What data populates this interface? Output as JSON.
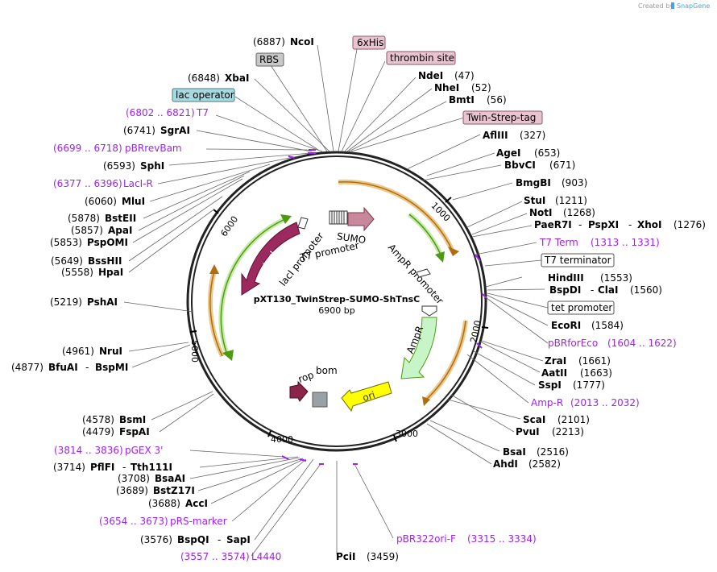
{
  "credit": {
    "text": "Created by",
    "brand": "SnapGene"
  },
  "map": {
    "name": "pXT130_TwinStrep-SUMO-ShTnsC",
    "size": "6900 bp"
  },
  "ticks": [
    "1000",
    "2000",
    "3000",
    "4000",
    "5000",
    "6000"
  ],
  "boxes": {
    "his": "6xHis",
    "rbs": "RBS",
    "thrombin": "thrombin site",
    "lacop": "lac operator",
    "twinstrep": "Twin-Strep-tag",
    "t7term": "T7 terminator",
    "tetprom": "tet promoter"
  },
  "enz": {
    "ncoi": {
      "pos": "(6887)",
      "name": "NcoI"
    },
    "xbai": {
      "pos": "(6848)",
      "name": "XbaI"
    },
    "ndei": {
      "name": "NdeI",
      "pos": "(47)"
    },
    "nhei": {
      "name": "NheI",
      "pos": "(52)"
    },
    "bmti": {
      "name": "BmtI",
      "pos": "(56)"
    },
    "sgrai": {
      "pos": "(6741)",
      "name": "SgrAI"
    },
    "aflii": {
      "name": "AflIII",
      "pos": "(327)"
    },
    "sphi": {
      "pos": "(6593)",
      "name": "SphI"
    },
    "agei": {
      "name": "AgeI",
      "pos": "(653)"
    },
    "bbvci": {
      "name": "BbvCI",
      "pos": "(671)"
    },
    "bmgbi": {
      "name": "BmgBI",
      "pos": "(903)"
    },
    "mlui": {
      "pos": "(6060)",
      "name": "MluI"
    },
    "stui": {
      "name": "StuI",
      "pos": "(1211)"
    },
    "noti": {
      "name": "NotI",
      "pos": "(1268)"
    },
    "paer7i": {
      "a": "PaeR7I",
      "b": "PspXI",
      "c": "XhoI",
      "pos": "(1276)"
    },
    "bsteii": {
      "pos": "(5878)",
      "name": "BstEII"
    },
    "apai": {
      "pos": "(5857)",
      "name": "ApaI"
    },
    "pspomi": {
      "pos": "(5853)",
      "name": "PspOMI"
    },
    "bsshii": {
      "pos": "(5649)",
      "name": "BssHII"
    },
    "hpai": {
      "pos": "(5558)",
      "name": "HpaI"
    },
    "hindiii": {
      "name": "HindIII",
      "pos": "(1553)"
    },
    "bspdi": {
      "a": "BspDI",
      "b": "ClaI",
      "pos": "(1560)"
    },
    "pshai": {
      "pos": "(5219)",
      "name": "PshAI"
    },
    "ecori": {
      "name": "EcoRI",
      "pos": "(1584)"
    },
    "nrui": {
      "pos": "(4961)",
      "name": "NruI"
    },
    "bfuai": {
      "pos": "(4877)",
      "a": "BfuAI",
      "b": "BspMI"
    },
    "zrai": {
      "name": "ZraI",
      "pos": "(1661)"
    },
    "aatii": {
      "name": "AatII",
      "pos": "(1663)"
    },
    "sspi": {
      "name": "SspI",
      "pos": "(1777)"
    },
    "bsmi": {
      "pos": "(4578)",
      "name": "BsmI"
    },
    "fspai": {
      "pos": "(4479)",
      "name": "FspAI"
    },
    "scai": {
      "name": "ScaI",
      "pos": "(2101)"
    },
    "pvui": {
      "name": "PvuI",
      "pos": "(2213)"
    },
    "pflfi": {
      "pos": "(3714)",
      "a": "PflFI",
      "b": "Tth111I"
    },
    "bsaai": {
      "pos": "(3708)",
      "name": "BsaAI"
    },
    "bstz17i": {
      "pos": "(3689)",
      "name": "BstZ17I"
    },
    "acci": {
      "pos": "(3688)",
      "name": "AccI"
    },
    "bsai": {
      "name": "BsaI",
      "pos": "(2516)"
    },
    "ahdi": {
      "name": "AhdI",
      "pos": "(2582)"
    },
    "bspqi": {
      "pos": "(3576)",
      "a": "BspQI",
      "b": "SapI"
    },
    "pcii": {
      "name": "PciI",
      "pos": "(3459)"
    }
  },
  "primers": {
    "t7": {
      "range": "(6802 .. 6821)",
      "name": "T7"
    },
    "pbrrevbam": {
      "range": "(6699 .. 6718)",
      "name": "pBRrevBam"
    },
    "lacir": {
      "range": "(6377 .. 6396)",
      "name": "LacI-R"
    },
    "t7term": {
      "name": "T7 Term",
      "range": "(1313 .. 1331)"
    },
    "pbrforeco": {
      "name": "pBRforEco",
      "range": "(1604 .. 1622)"
    },
    "ampr": {
      "name": "Amp-R",
      "range": "(2013 .. 2032)"
    },
    "pgex": {
      "range": "(3814 .. 3836)",
      "name": "pGEX 3'"
    },
    "prs": {
      "range": "(3654 .. 3673)",
      "name": "pRS-marker"
    },
    "l4440": {
      "range": "(3557 .. 3574)",
      "name": "L4440"
    },
    "pbr322": {
      "name": "pBR322ori-F",
      "range": "(3315 .. 3334)"
    }
  },
  "features": {
    "sumo": "SUMO",
    "t7prom": "T7 promoter",
    "lacprom": "lacI promoter",
    "lacI": "lacI",
    "amprprom": "AmpR promoter",
    "ampR": "AmpR",
    "ori": "ori",
    "rop": "rop",
    "bom": "bom"
  },
  "colors": {
    "backbone": "#222222",
    "enzyme": "#000000",
    "primer": "#a020f0",
    "lacI": "#9c2a5e",
    "sumo": "#c8879a",
    "ampR": "#c8f5c8",
    "ori": "#ffff00",
    "orf_orange": "#e9a73a",
    "orf_green": "#6fbf2a",
    "rop": "#8b2449",
    "bom": "#9aa0a6",
    "box_pink": "#e8c4d0",
    "box_gray": "#c8c8c8",
    "box_teal": "#a8d8e0"
  }
}
